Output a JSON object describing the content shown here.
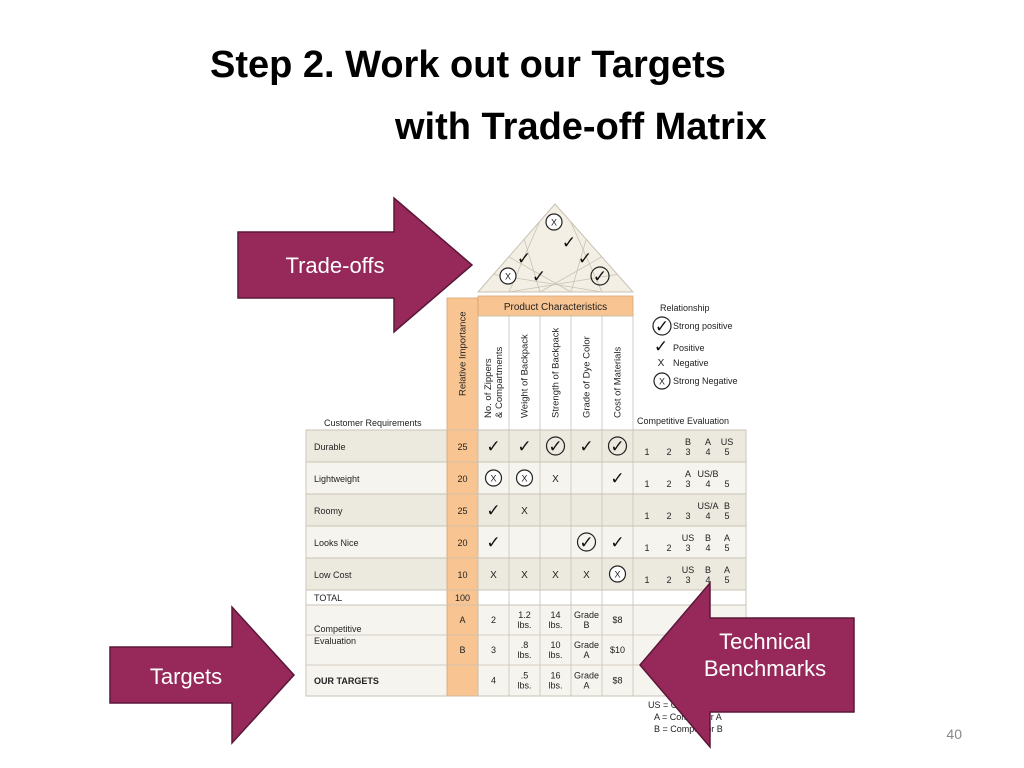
{
  "slide": {
    "title_line1": "Step 2. Work out our Targets",
    "title_line2": "with Trade-off Matrix",
    "page_number": "40"
  },
  "callouts": {
    "tradeoffs": "Trade-offs",
    "targets": "Targets",
    "benchmarks_line1": "Technical",
    "benchmarks_line2": "Benchmarks",
    "color": "#96285a"
  },
  "matrix": {
    "product_characteristics_header": "Product Characteristics",
    "relative_importance_header": "Relative Importance",
    "customer_requirements_header": "Customer Requirements",
    "competitive_evaluation_header": "Competitive Evaluation",
    "characteristics": [
      [
        "No. of Zippers",
        "& Compartments"
      ],
      [
        "Weight of Backpack"
      ],
      [
        "Strength of Backpack"
      ],
      [
        "Grade of Dye Color"
      ],
      [
        "Cost of Materials"
      ]
    ],
    "requirements": [
      {
        "name": "Durable",
        "importance": "25",
        "marks": [
          "pos",
          "pos",
          "spos",
          "pos",
          "spos"
        ],
        "eval_top": [
          "B",
          "A",
          "US"
        ],
        "eval_bottom": [
          "1",
          "2",
          "3",
          "4",
          "5"
        ]
      },
      {
        "name": "Lightweight",
        "importance": "20",
        "marks": [
          "sneg",
          "sneg",
          "neg",
          "",
          "pos"
        ],
        "eval_top": [
          "A",
          "US/B"
        ],
        "eval_bottom": [
          "1",
          "2",
          "3",
          "4",
          "5"
        ]
      },
      {
        "name": "Roomy",
        "importance": "25",
        "marks": [
          "pos",
          "neg",
          "",
          "",
          ""
        ],
        "eval_top": [
          "US/A",
          "B"
        ],
        "eval_bottom": [
          "1",
          "2",
          "3",
          "4",
          "5"
        ]
      },
      {
        "name": "Looks Nice",
        "importance": "20",
        "marks": [
          "pos",
          "",
          "",
          "spos",
          "pos"
        ],
        "eval_top": [
          "US",
          "B",
          "A"
        ],
        "eval_bottom": [
          "1",
          "2",
          "3",
          "4",
          "5"
        ]
      },
      {
        "name": "Low Cost",
        "importance": "10",
        "marks": [
          "neg",
          "neg",
          "neg",
          "neg",
          "sneg"
        ],
        "eval_top": [
          "US",
          "B",
          "A"
        ],
        "eval_bottom": [
          "1",
          "2",
          "3",
          "4",
          "5"
        ]
      }
    ],
    "total_label": "TOTAL",
    "total_value": "100",
    "competitive_evaluation_label_line1": "Competitive",
    "competitive_evaluation_label_line2": "Evaluation",
    "competitor_rows": [
      {
        "code": "A",
        "values": [
          [
            "2"
          ],
          [
            "1.2",
            "lbs."
          ],
          [
            "14",
            "lbs."
          ],
          [
            "Grade",
            "B"
          ],
          [
            "$8"
          ]
        ]
      },
      {
        "code": "B",
        "values": [
          [
            "3"
          ],
          [
            ".8",
            "lbs."
          ],
          [
            "10",
            "lbs."
          ],
          [
            "Grade",
            "A"
          ],
          [
            "$10"
          ]
        ]
      }
    ],
    "targets_label": "OUR TARGETS",
    "targets_values": [
      [
        "4"
      ],
      [
        ".5",
        "lbs."
      ],
      [
        "16",
        "lbs."
      ],
      [
        "Grade",
        "A"
      ],
      [
        "$8"
      ]
    ],
    "roof_marks": [
      "sneg",
      "pos",
      "pos",
      "pos",
      "sneg",
      "pos",
      "spos"
    ],
    "legend": {
      "title": "Relationship",
      "strong_positive": "Strong positive",
      "positive": "Positive",
      "negative": "Negative",
      "strong_negative": "Strong Negative",
      "x_symbol": "X"
    },
    "key": {
      "line1": "US = Our backpack",
      "line2": "A = Competitor A",
      "line3": "B = Competitor B"
    },
    "colors": {
      "importance_column": "#f8c491",
      "header_band": "#f8c491",
      "row_band": "#ece9df",
      "grid": "#c8c2b4"
    }
  }
}
